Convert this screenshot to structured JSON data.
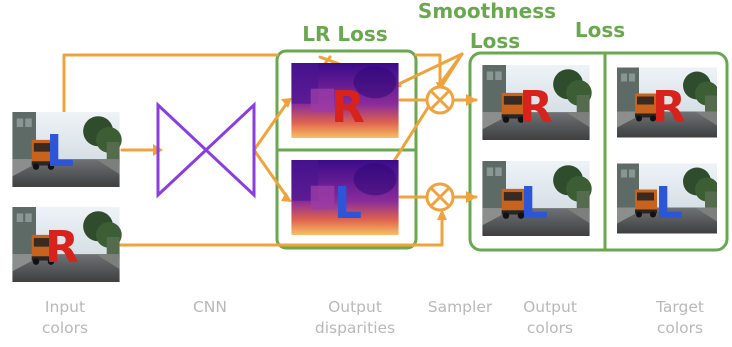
{
  "titles": {
    "lr_loss": "LR Loss",
    "smoothness_line1": "Smoothness",
    "smoothness_line2": "Loss",
    "loss": "Loss"
  },
  "captions": {
    "input": [
      "Input",
      "colors"
    ],
    "cnn": "CNN",
    "output_disp": [
      "Output",
      "disparities"
    ],
    "sampler": "Sampler",
    "output_colors": [
      "Output",
      "colors"
    ],
    "target": [
      "Target",
      "colors"
    ]
  },
  "image_letters": {
    "left": "L",
    "right": "R"
  },
  "operators": {
    "multiply": "⊗"
  },
  "colors": {
    "arrow": "#f0a33c",
    "box": "#6aa84f",
    "cnn": "#8a3ee0",
    "letter_left": "#2d55d8",
    "letter_right": "#d8231d",
    "caption": "#b9b9b9"
  }
}
